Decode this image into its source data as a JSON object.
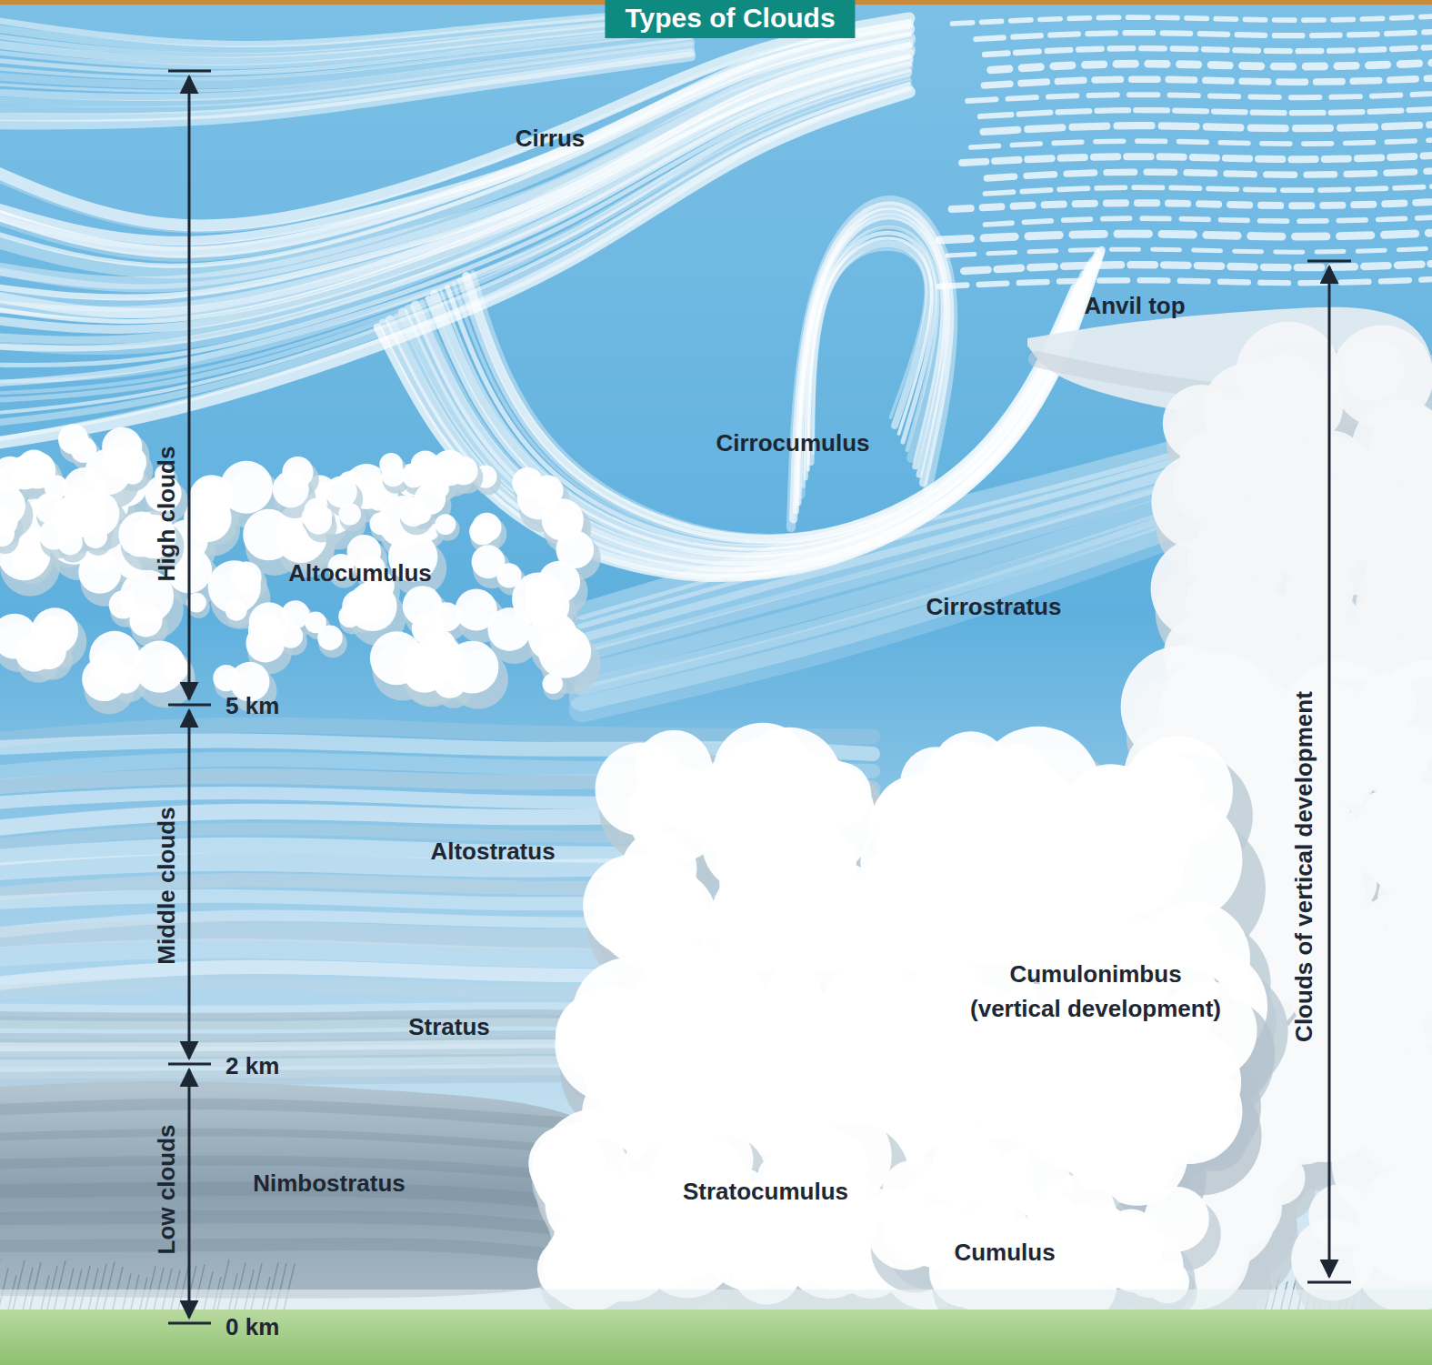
{
  "diagram": {
    "title": "Types of Clouds",
    "labels": [
      "Cirrus",
      "Anvil top",
      "Cirrocumulus",
      "High clouds",
      "Altocumulus",
      "Cirrostratus",
      "5 km",
      "Altostratus",
      "Middle clouds",
      "Clouds of vertical development",
      "Cumulonimbus (vertical development)",
      "Stratus",
      "2 km",
      "Nimbostratus",
      "Low clouds",
      "Stratocumulus",
      "Cumulus",
      "0 km"
    ]
  }
}
